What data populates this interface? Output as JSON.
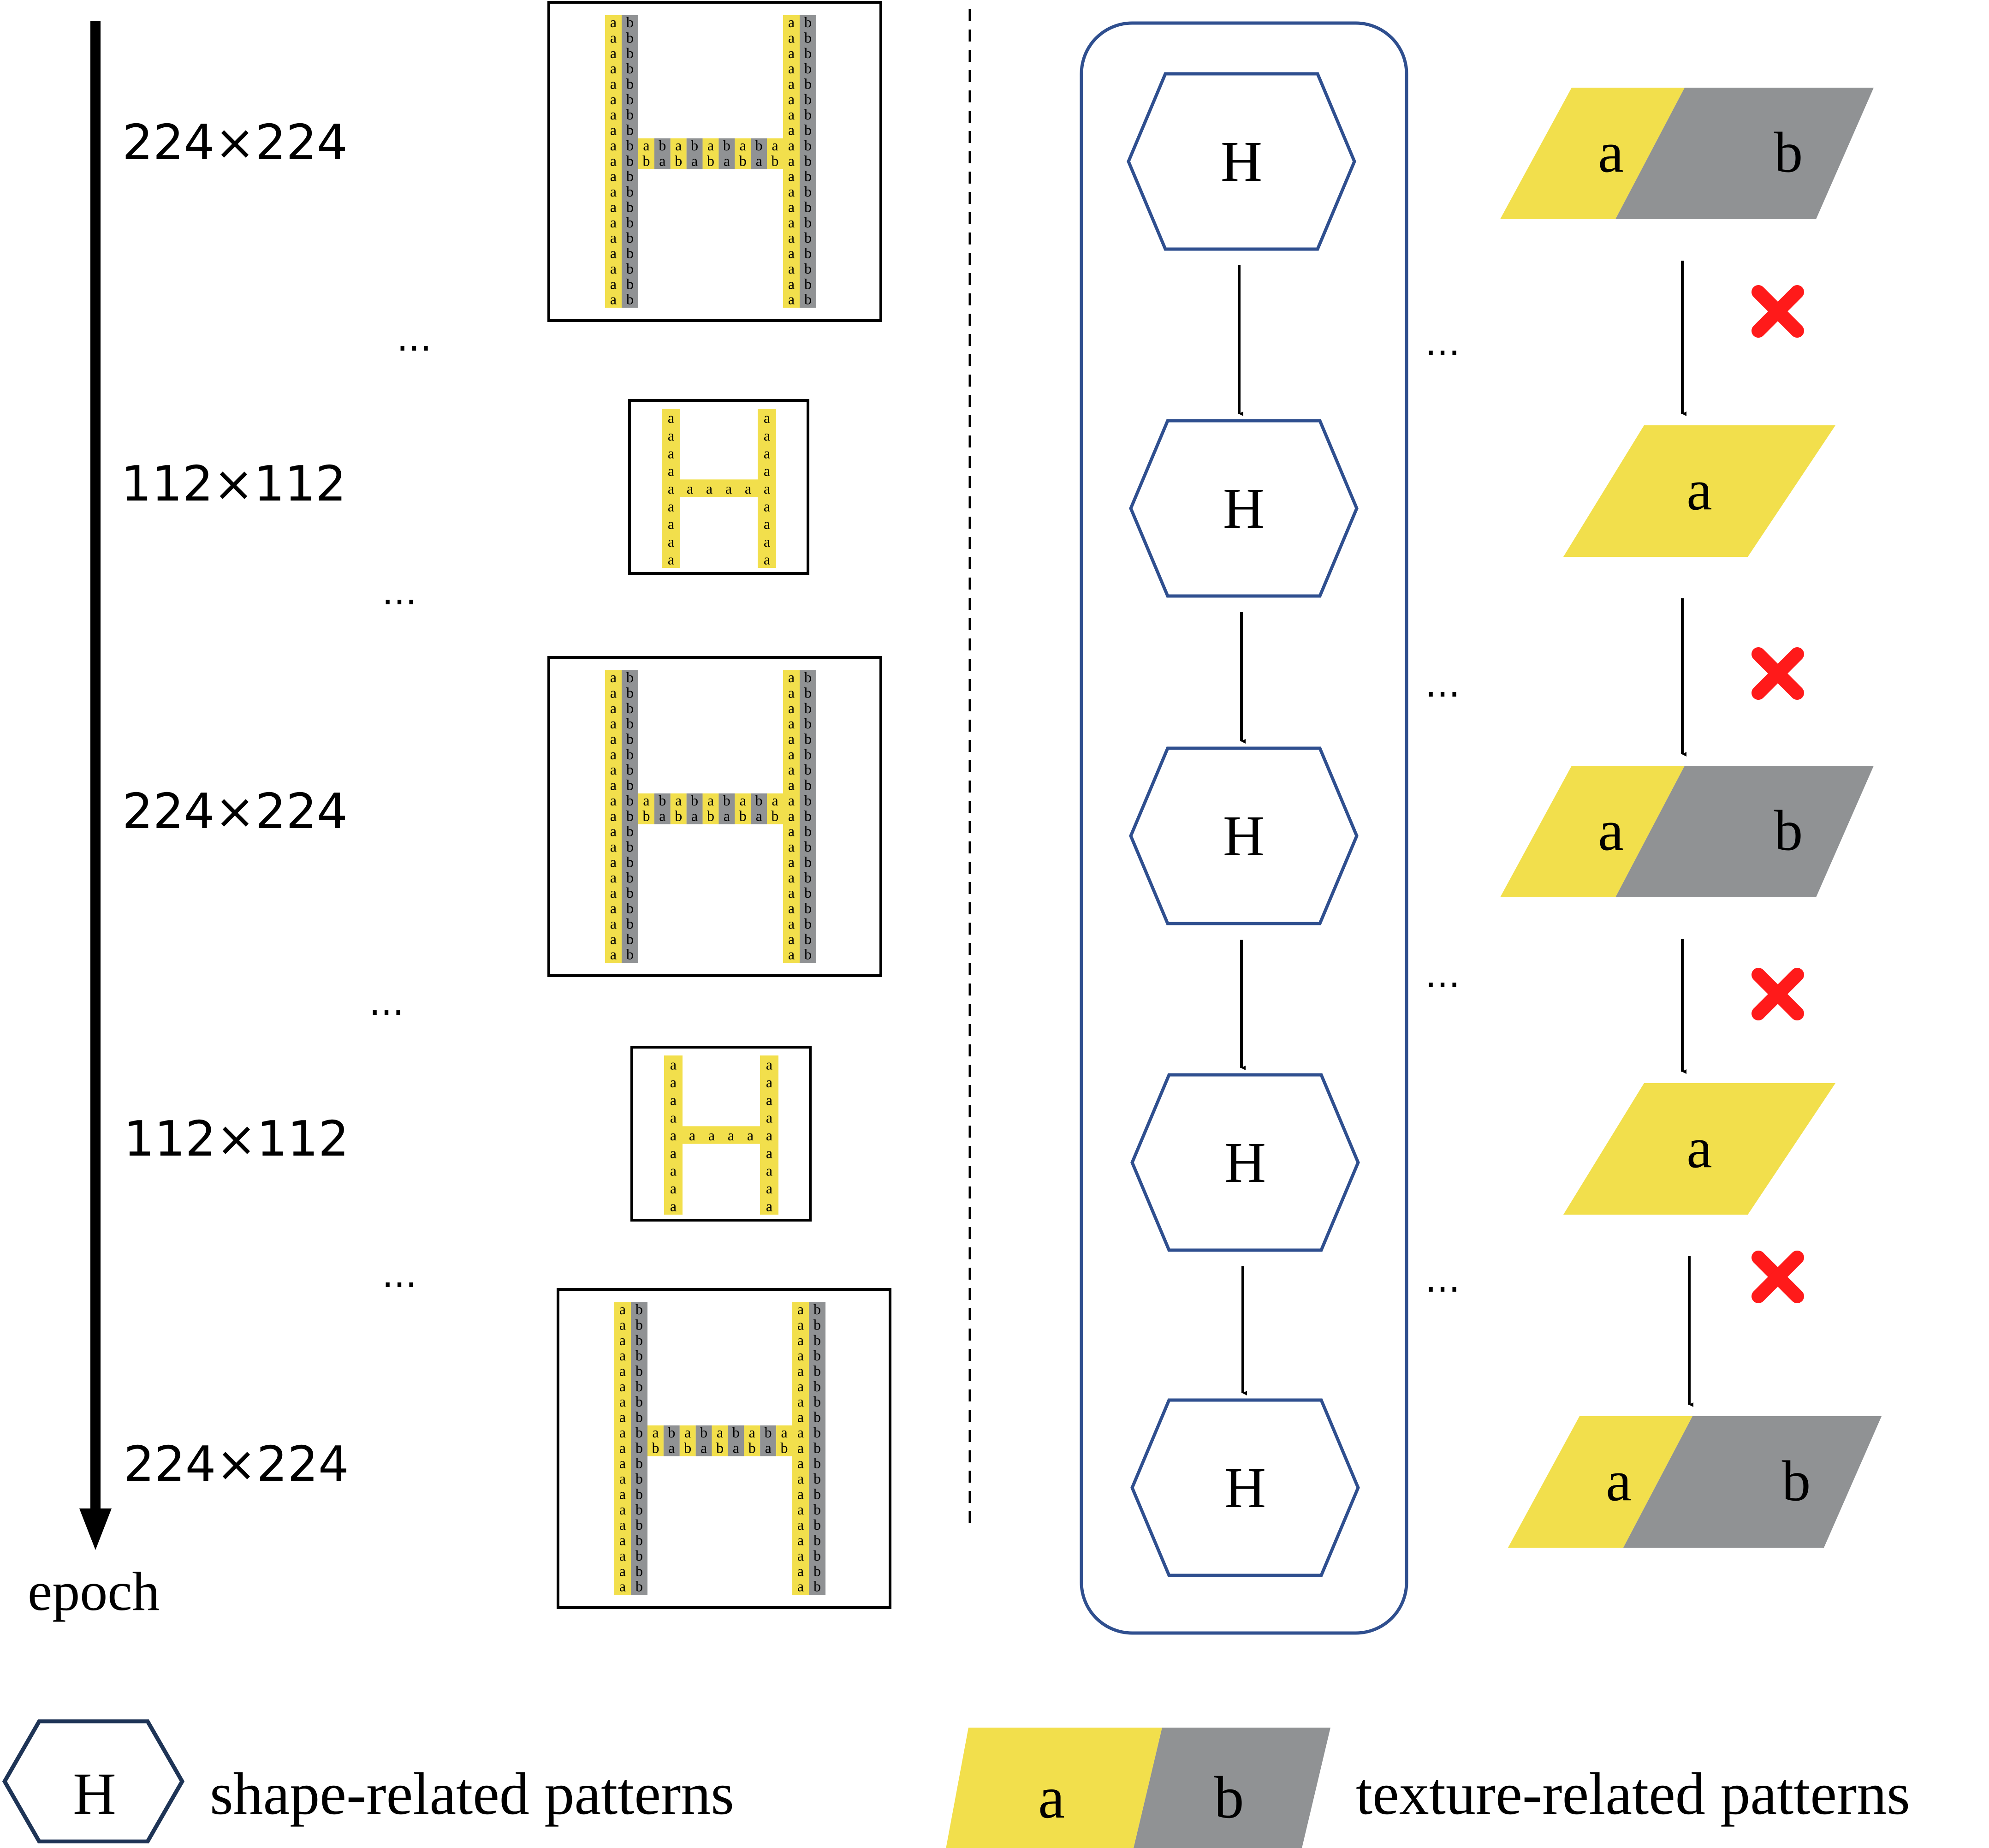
{
  "axis": {
    "label": "epoch",
    "resolutions": [
      "224×224",
      "112×112",
      "224×224",
      "112×112",
      "224×224"
    ]
  },
  "ellipsis": "...",
  "shape_node_label": "H",
  "texture_labels": {
    "a": "a",
    "b": "b"
  },
  "legend": {
    "shape_symbol": "H",
    "shape_text": "shape-related patterns",
    "texture_a": "a",
    "texture_b": "b",
    "texture_text": "texture-related patterns"
  },
  "colors": {
    "texture_yellow": "#F2DF4C",
    "texture_gray": "#909294",
    "shape_border": "#2F4F8F",
    "cross_red": "#FF1A1A",
    "legend_hex_border": "#1E3456"
  },
  "textures": [
    "ab",
    "a",
    "ab",
    "a",
    "ab"
  ],
  "transitions_dropped": [
    true,
    true,
    true,
    true
  ]
}
